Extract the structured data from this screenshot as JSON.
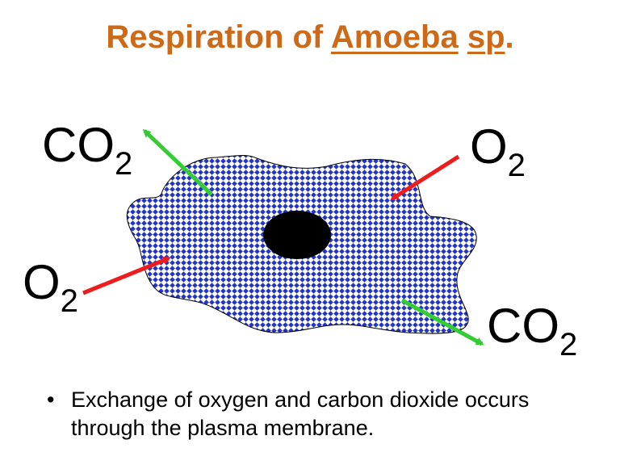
{
  "title": {
    "prefix": "Respiration of ",
    "genus": "Amoeba",
    "space": " ",
    "species": "sp",
    "suffix": ".",
    "color": "#cc6a1a"
  },
  "diagram": {
    "labels": {
      "co2_top_left": {
        "main": "CO",
        "sub": "2"
      },
      "o2_top_right": {
        "main": "O",
        "sub": "2"
      },
      "o2_left": {
        "main": "O",
        "sub": "2"
      },
      "co2_bottom_right": {
        "main": "CO",
        "sub": "2"
      }
    },
    "colors": {
      "cell_dots": "#2233cc",
      "nucleus": "#000000",
      "oxygen_arrow": "#ee1c1c",
      "carbon_dioxide_arrow": "#33cc33"
    }
  },
  "bullet": {
    "symbol": "•",
    "text": "Exchange of oxygen and carbon dioxide occurs through the plasma membrane."
  }
}
